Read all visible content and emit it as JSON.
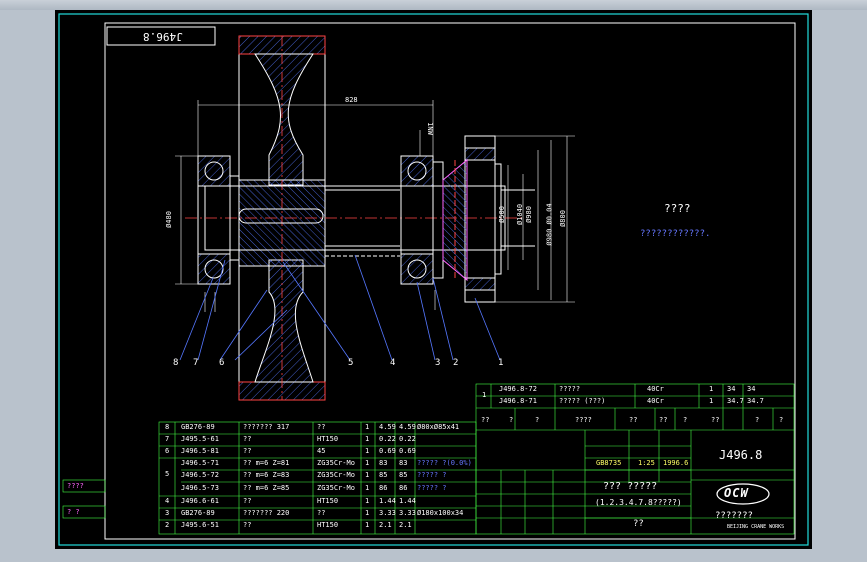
{
  "drawing_no": "J496.8",
  "note": {
    "title": "????",
    "body": "????????????."
  },
  "callouts": [
    "8",
    "7",
    "6",
    "5",
    "4",
    "3",
    "2",
    "1"
  ],
  "dims": [
    "828",
    "1NW",
    "Ø480",
    "Ø500",
    "Ø1040",
    "Ø980",
    "Ø980 Ø0.04",
    "Ø800"
  ],
  "bom": [
    {
      "no": "8",
      "code": "GB276-89",
      "name": "??????? 317",
      "qty": "??",
      "mat": "1",
      "w1": "4.59",
      "w2": "4.59",
      "note": "Ø80xØ85x41"
    },
    {
      "no": "7",
      "code": "J495.5-61",
      "name": "??",
      "qty": "HT150",
      "mat": "1",
      "w1": "0.22",
      "w2": "0.22",
      "note": ""
    },
    {
      "no": "6",
      "code": "J496.5-81",
      "name": "??",
      "qty": "45",
      "mat": "1",
      "w1": "0.69",
      "w2": "0.69",
      "note": ""
    },
    {
      "no": "5",
      "code": "J496.5-71",
      "name": "?? m=6 Z=81",
      "qty": "ZG35Cr-Mo",
      "mat": "1",
      "w1": "83",
      "w2": "83",
      "note": "????? ?(0.0%)"
    },
    {
      "no": "",
      "code": "J496.5-72",
      "name": "?? m=6 Z=83",
      "qty": "ZG35Cr-Mo",
      "mat": "1",
      "w1": "85",
      "w2": "85",
      "note": "????? ?"
    },
    {
      "no": "",
      "code": "J496.5-73",
      "name": "?? m=6 Z=85",
      "qty": "ZG35Cr-Mo",
      "mat": "1",
      "w1": "86",
      "w2": "86",
      "note": "????? ?"
    },
    {
      "no": "4",
      "code": "J496.6-61",
      "name": "??",
      "qty": "HT150",
      "mat": "1",
      "w1": "1.44",
      "w2": "1.44",
      "note": ""
    },
    {
      "no": "3",
      "code": "GB276-89",
      "name": "??????? 220",
      "qty": "??",
      "mat": "1",
      "w1": "3.33",
      "w2": "3.33",
      "note": "Ø180x100x34"
    },
    {
      "no": "2",
      "code": "J495.6-51",
      "name": "??",
      "qty": "HT150",
      "mat": "1",
      "w1": "2.1",
      "w2": "2.1",
      "note": ""
    }
  ],
  "parts_top": [
    {
      "code": "J496.8-72",
      "name": "?????",
      "mat": "40Cr",
      "q": "1",
      "w1": "34",
      "w2": "34"
    },
    {
      "code": "J496.8-71",
      "name": "????? (???)",
      "mat": "40Cr",
      "q": "1",
      "w1": "34.7",
      "w2": "34.7"
    }
  ],
  "header_row": [
    "??",
    "?",
    "?",
    "????",
    "??",
    "??",
    "?",
    "??",
    "?",
    "?"
  ],
  "title_block": {
    "drawing_no": "J496.8",
    "name": "??? ?????",
    "sub": "(1.2.3.4.7.8?????)",
    "footer": "??",
    "scale": "1:25",
    "date": "1996.6",
    "material": "GB8735",
    "logo": "OCW",
    "company": "???????",
    "company_sub": "BEIJING CRANE WORKS"
  },
  "side_labels": [
    "????",
    "?    ?"
  ]
}
